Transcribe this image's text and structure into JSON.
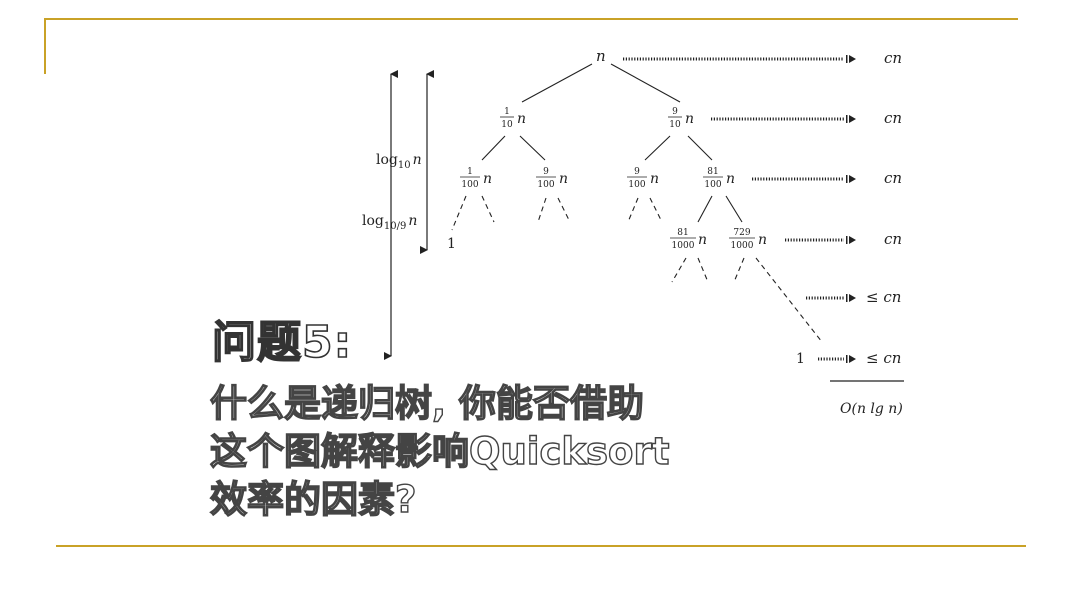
{
  "question": {
    "title": "问题5:",
    "lines": [
      "什么是递归树, 你能否借助",
      "这个图解释影响Quicksort",
      "效率的因素?"
    ]
  },
  "tree": {
    "root": "n",
    "level1": [
      {
        "num": "1",
        "den": "10",
        "var": "n"
      },
      {
        "num": "9",
        "den": "10",
        "var": "n"
      }
    ],
    "level2": [
      {
        "num": "1",
        "den": "100",
        "var": "n"
      },
      {
        "num": "9",
        "den": "100",
        "var": "n"
      },
      {
        "num": "9",
        "den": "100",
        "var": "n"
      },
      {
        "num": "81",
        "den": "100",
        "var": "n"
      }
    ],
    "level3": [
      {
        "num": "81",
        "den": "1000",
        "var": "n"
      },
      {
        "num": "729",
        "den": "1000",
        "var": "n"
      }
    ],
    "leaf_left": "1",
    "leaf_right": "1",
    "height_short": {
      "base": "log",
      "sub": "10",
      "var": "n"
    },
    "height_long": {
      "base": "log",
      "sub": "10/9",
      "var": "n"
    },
    "costs": [
      "cn",
      "cn",
      "cn",
      "cn",
      "≤ cn",
      "≤ cn"
    ],
    "total": "O(n lg n)"
  },
  "colors": {
    "rule": "#c9a227",
    "ink": "#222222"
  }
}
